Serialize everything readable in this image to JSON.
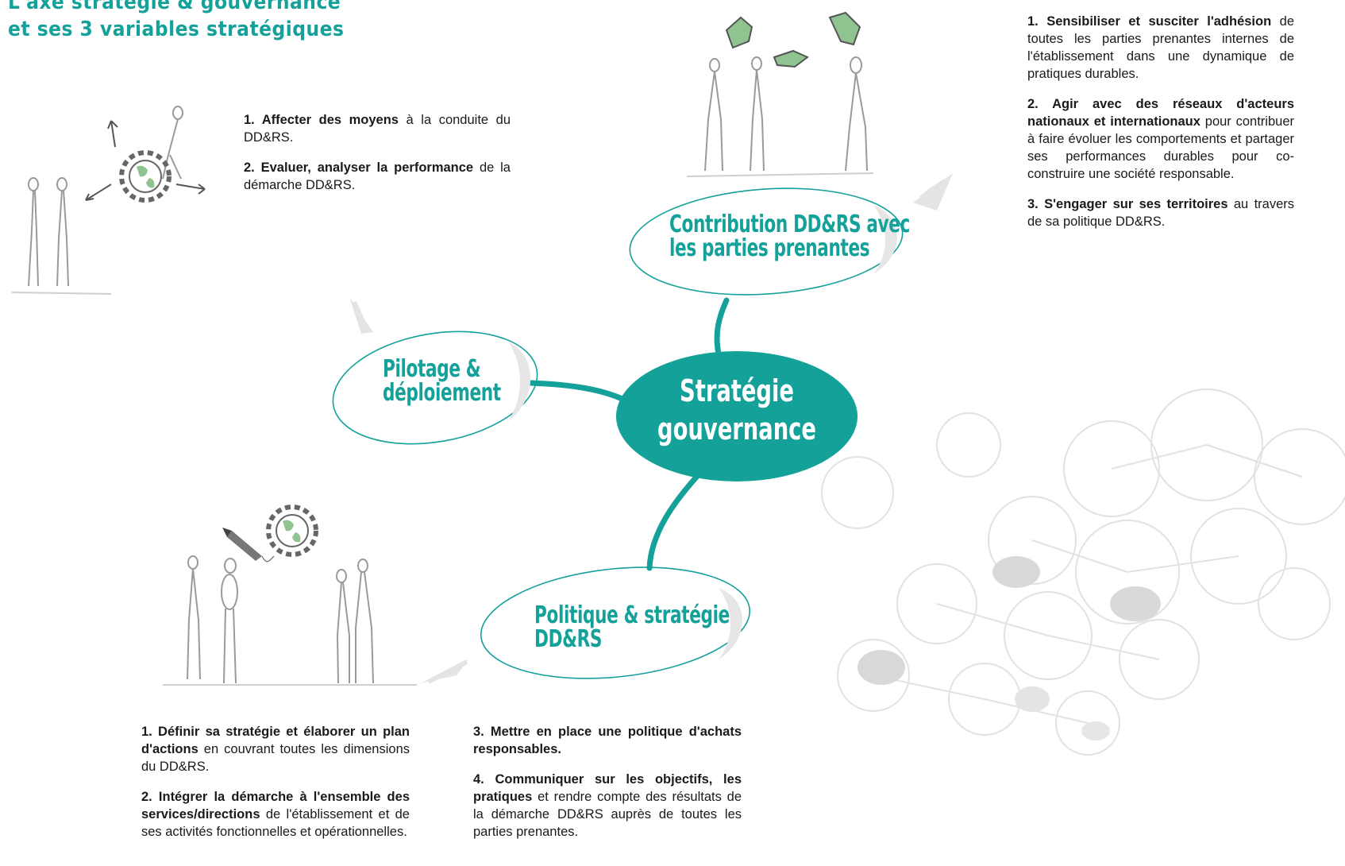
{
  "header": {
    "title_line1": "L'axe stratégie & gouvernance",
    "title_line2": "et ses 3 variables stratégiques"
  },
  "colors": {
    "accent": "#14a19a",
    "sketch": "#9a9a9a",
    "bubbles": "#dcdcdc"
  },
  "center": {
    "line1": "Stratégie",
    "line2": "gouvernance"
  },
  "nodes": {
    "pilotage": {
      "line1": "Pilotage &",
      "line2": "déploiement"
    },
    "contribution": {
      "line1": "Contribution DD&RS avec",
      "line2": "les parties prenantes"
    },
    "politique": {
      "line1": "Politique & stratégie",
      "line2": "DD&RS"
    }
  },
  "pilotage_text": {
    "p1_bold": "1. Affecter des moyens",
    "p1_rest": " à la conduite du DD&RS.",
    "p2_bold": "2. Evaluer, analyser la performance",
    "p2_rest": " de la démarche DD&RS."
  },
  "contribution_text": {
    "p1_bold": "1. Sensibiliser et susciter l'adhésion",
    "p1_rest": " de toutes les parties prenantes internes de l'établissement dans une dynamique de pratiques durables.",
    "p2_bold": "2. Agir avec des réseaux d'acteurs nationaux et internationaux",
    "p2_rest": " pour contribuer à faire évoluer les comportements et partager ses performances durables pour co-construire une société responsable.",
    "p3_bold": "3. S'engager sur ses territoires",
    "p3_rest": " au travers de sa politique DD&RS."
  },
  "politique_text_left": {
    "p1_bold": "1. Définir sa stratégie et élaborer un plan d'actions",
    "p1_rest": " en couvrant toutes les dimensions du DD&RS.",
    "p2_bold": "2. Intégrer la démarche à l'ensemble des services/directions",
    "p2_rest": " de l'établissement et de ses activités fonctionnelles et opérationnelles."
  },
  "politique_text_right": {
    "p3_bold": "3. Mettre en place une politique d'achats responsables.",
    "p4_bold": "4. Communiquer sur les objectifs, les pratiques",
    "p4_rest": " et rendre compte des résultats de la démarche DD&RS auprès de toutes les parties prenantes."
  },
  "icons": [
    "gear-globe-icon",
    "people-sketch-icon",
    "arrow-icon",
    "pencil-icon",
    "puzzle-piece-icon"
  ]
}
